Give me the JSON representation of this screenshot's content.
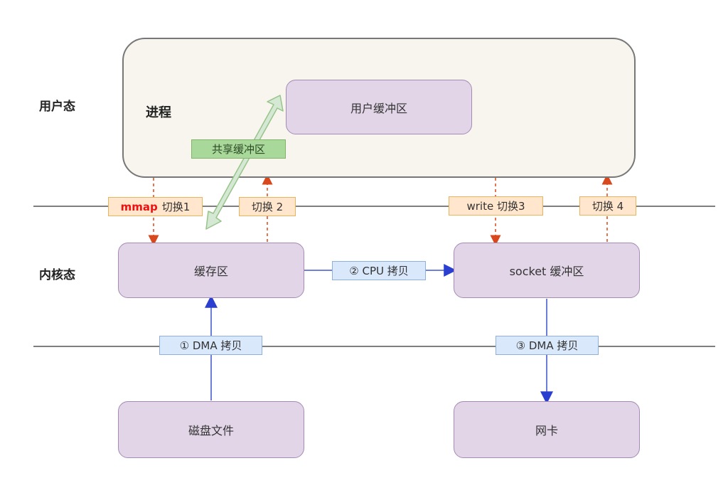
{
  "layers": {
    "user": "用户态",
    "kernel": "内核态"
  },
  "process": {
    "label": "进程",
    "user_buffer": "用户缓冲区",
    "shared_buffer": "共享缓冲区"
  },
  "kernel": {
    "page_cache": "缓存区",
    "socket_buffer": "socket 缓冲区"
  },
  "hardware": {
    "disk": "磁盘文件",
    "nic": "网卡"
  },
  "switches": {
    "s1_keyword": "mmap",
    "s1_label": "切换1",
    "s2_label": "切换 2",
    "s3_label": "write 切换3",
    "s4_label": "切换 4"
  },
  "copies": {
    "dma1": "① DMA 拷贝",
    "cpu2": "② CPU 拷贝",
    "dma3": "③ DMA 拷贝"
  },
  "colors": {
    "box_fill": "#e1d5e7",
    "box_border": "#a58ab5",
    "process_fill": "#f7f5ee",
    "switch_fill": "#ffe6cc",
    "copy_fill": "#dae8fc",
    "shared_fill": "#a8d89a",
    "switch_arrow": "#d9481c",
    "copy_arrow": "#2a3fcf",
    "mmap_text": "#ee1111"
  }
}
